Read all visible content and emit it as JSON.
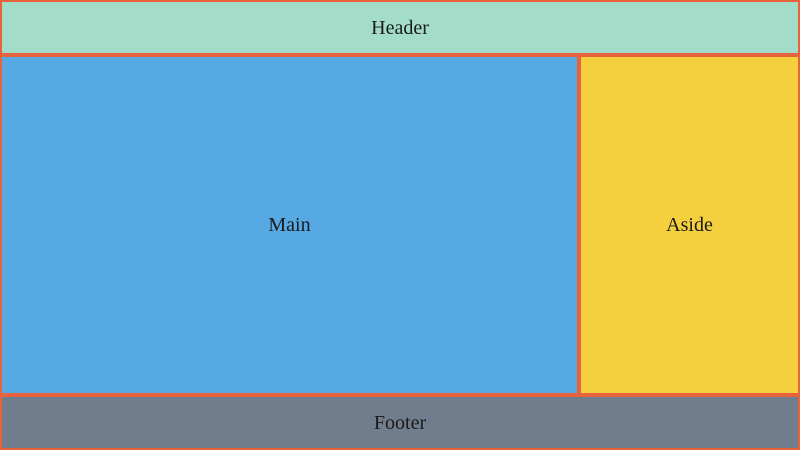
{
  "sections": {
    "header": {
      "label": "Header",
      "background": "#a3dcc8"
    },
    "main": {
      "label": "Main",
      "background": "#57a9e3"
    },
    "aside": {
      "label": "Aside",
      "background": "#f4cf3e"
    },
    "footer": {
      "label": "Footer",
      "background": "#707d8c"
    }
  },
  "colors": {
    "border": "#e8633c",
    "text": "#1b1b1b"
  }
}
